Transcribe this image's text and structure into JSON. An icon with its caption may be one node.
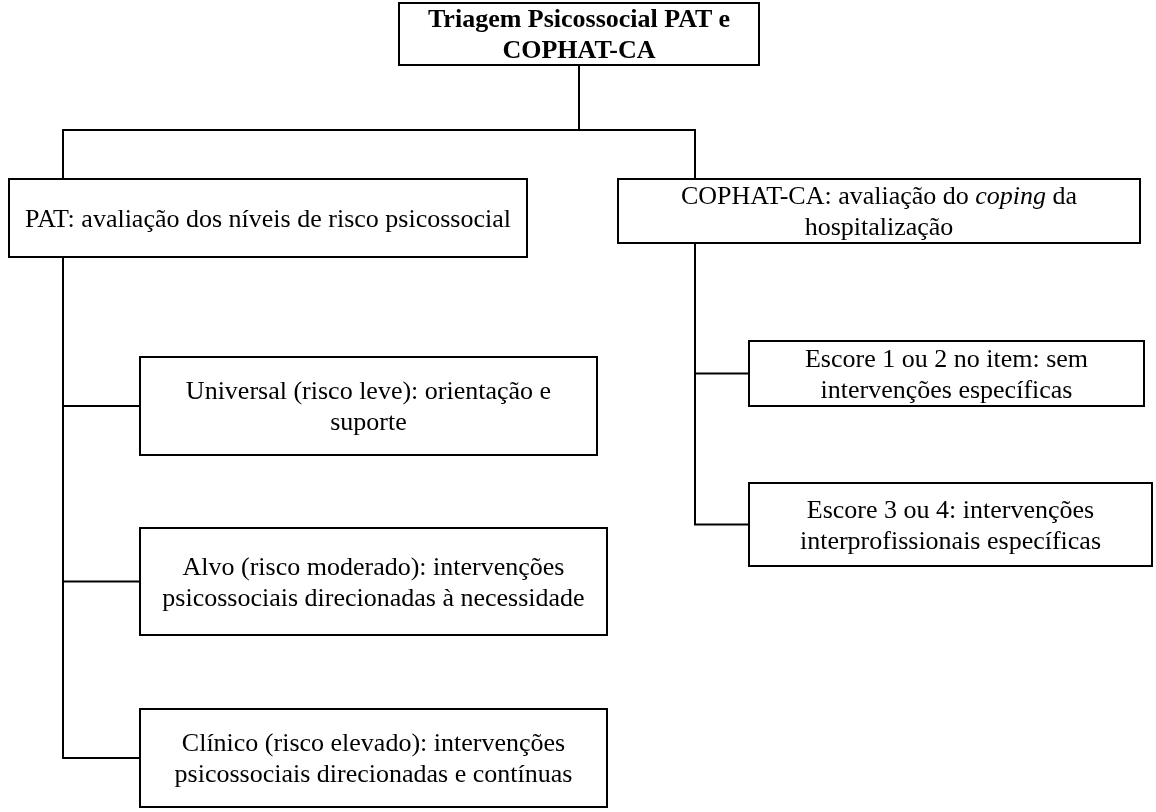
{
  "diagram": {
    "nodes": [
      {
        "text": [
          "Triagem Psicossocial PAT e COPHAT-CA"
        ]
      },
      {
        "text": [
          "PAT: avaliação dos níveis de risco psicossocial"
        ]
      },
      {
        "text": [
          "Universal (risco leve): orientação e suporte"
        ]
      },
      {
        "text": [
          "Alvo (risco moderado): intervenções psicossociais direcionadas à necessidade"
        ]
      },
      {
        "text": [
          "Clínico (risco elevado): intervenções psicossociais direcionadas e contínuas"
        ]
      },
      {
        "text": [
          "COPHAT-CA: avaliação do *coping* da hospitalização"
        ]
      },
      {
        "text": [
          "Escore 1 ou 2 no item: sem intervenções específicas"
        ]
      },
      {
        "text": [
          "Escore 3 ou 4: intervenções interprofissionais específicas"
        ]
      }
    ],
    "edges": [
      {
        "from": 0,
        "to": 1,
        "arrow": "none"
      },
      {
        "from": 0,
        "to": 5,
        "arrow": "none"
      },
      {
        "from": 1,
        "to": 2,
        "arrow": "none"
      },
      {
        "from": 1,
        "to": 3,
        "arrow": "none"
      },
      {
        "from": 1,
        "to": 4,
        "arrow": "none"
      },
      {
        "from": 5,
        "to": 6,
        "arrow": "none"
      },
      {
        "from": 5,
        "to": 7,
        "arrow": "none"
      }
    ]
  }
}
